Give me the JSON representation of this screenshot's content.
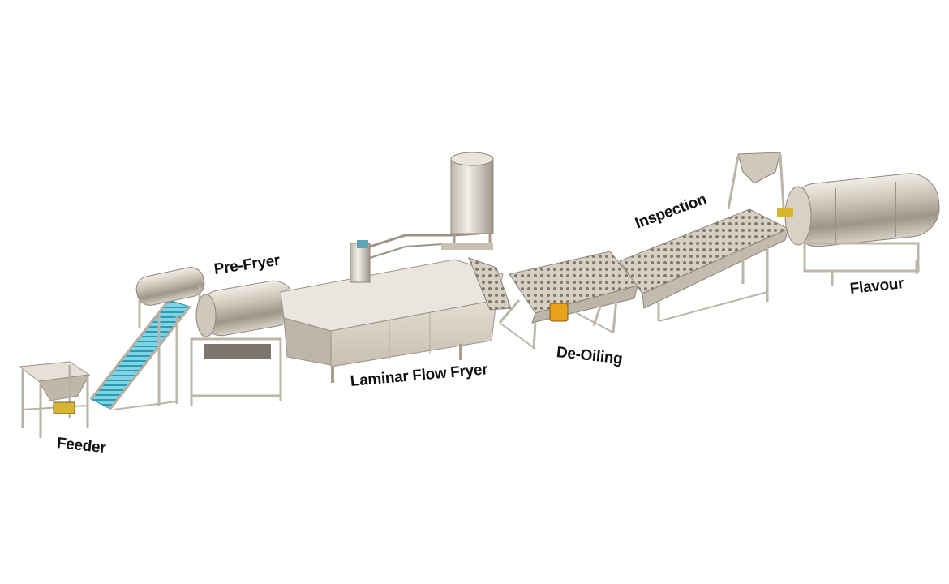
{
  "labels": {
    "feeder": "Feeder",
    "pre_fryer": "Pre-Fryer",
    "laminar_flow_fryer": "Laminar Flow Fryer",
    "de_oiling": "De-Oiling",
    "inspection": "Inspection",
    "flavour": "Flavour"
  },
  "colors": {
    "steel": "#d9d1c4",
    "steel_dark": "#a89f91",
    "frame": "#c9c3b8",
    "conveyor": "#5fc4d8",
    "motor": "#e8a21a",
    "text": "#111111"
  }
}
